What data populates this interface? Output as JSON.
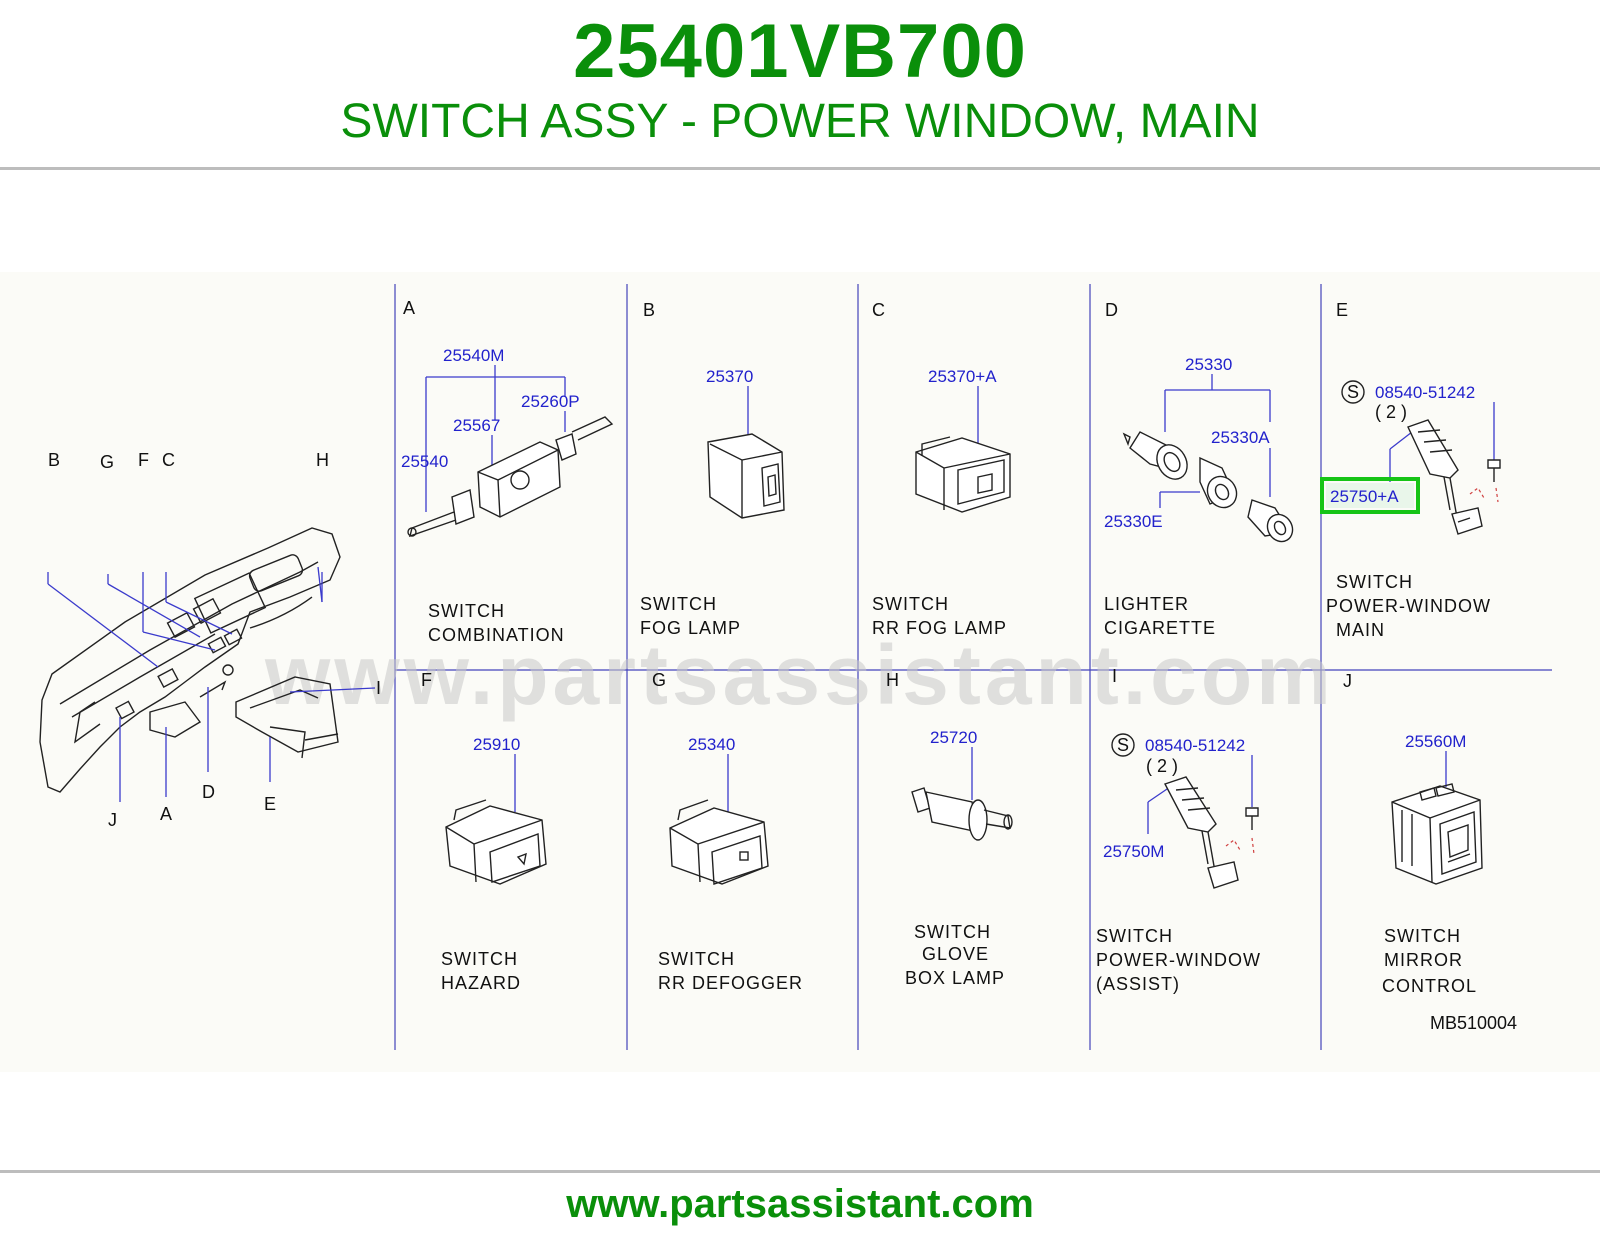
{
  "header": {
    "part_number": "25401VB700",
    "part_name": "SWITCH ASSY - POWER WINDOW, MAIN"
  },
  "footer": {
    "url": "www.partsassistant.com"
  },
  "watermark": "www.partsassistant.com",
  "diagram_code": "MB510004",
  "overview": {
    "locator_letters": [
      "B",
      "G",
      "F",
      "C",
      "H",
      "I",
      "J",
      "A",
      "D",
      "E"
    ]
  },
  "panels": {
    "A": {
      "letter": "A",
      "caption_line1": "SWITCH",
      "caption_line2": "COMBINATION",
      "callouts": [
        "25540M",
        "25260P",
        "25567",
        "25540"
      ]
    },
    "B": {
      "letter": "B",
      "caption_line1": "SWITCH",
      "caption_line2": "FOG   LAMP",
      "callouts": [
        "25370"
      ]
    },
    "C": {
      "letter": "C",
      "caption_line1": "SWITCH",
      "caption_line2": "RR   FOG   LAMP",
      "callouts": [
        "25370+A"
      ]
    },
    "D": {
      "letter": "D",
      "caption_line1": "LIGHTER",
      "caption_line2": "CIGARETTE",
      "callouts": [
        "25330",
        "25330A",
        "25330E"
      ]
    },
    "E": {
      "letter": "E",
      "caption_line1": "SWITCH",
      "caption_line2": "POWER-WINDOW",
      "caption_line3": "MAIN",
      "callouts": [
        "08540-51242",
        "( 2 )",
        "25750+A"
      ],
      "screw_symbol": "S"
    },
    "F": {
      "letter": "F",
      "caption_line1": "SWITCH",
      "caption_line2": "HAZARD",
      "callouts": [
        "25910"
      ]
    },
    "G": {
      "letter": "G",
      "caption_line1": "SWITCH",
      "caption_line2": "RR   DEFOGGER",
      "callouts": [
        "25340"
      ]
    },
    "H": {
      "letter": "H",
      "caption_line1": "SWITCH",
      "caption_line2": "GLOVE",
      "caption_line3": "BOX   LAMP",
      "callouts": [
        "25720"
      ]
    },
    "I": {
      "letter": "I",
      "caption_line1": "SWITCH",
      "caption_line2": "POWER-WINDOW",
      "caption_line3": "(ASSIST)",
      "callouts": [
        "08540-51242",
        "( 2 )",
        "25750M"
      ],
      "screw_symbol": "S"
    },
    "J": {
      "letter": "J",
      "caption_line1": "SWITCH",
      "caption_line2": "MIRROR",
      "caption_line3": "CONTROL",
      "callouts": [
        "25560M"
      ]
    }
  },
  "highlight": {
    "callout": "25750+A",
    "color": "#16c416"
  },
  "colors": {
    "brand_green": "#0a8f0a",
    "callout_blue": "#2222cc",
    "rule_gray": "#bdbdbd"
  }
}
